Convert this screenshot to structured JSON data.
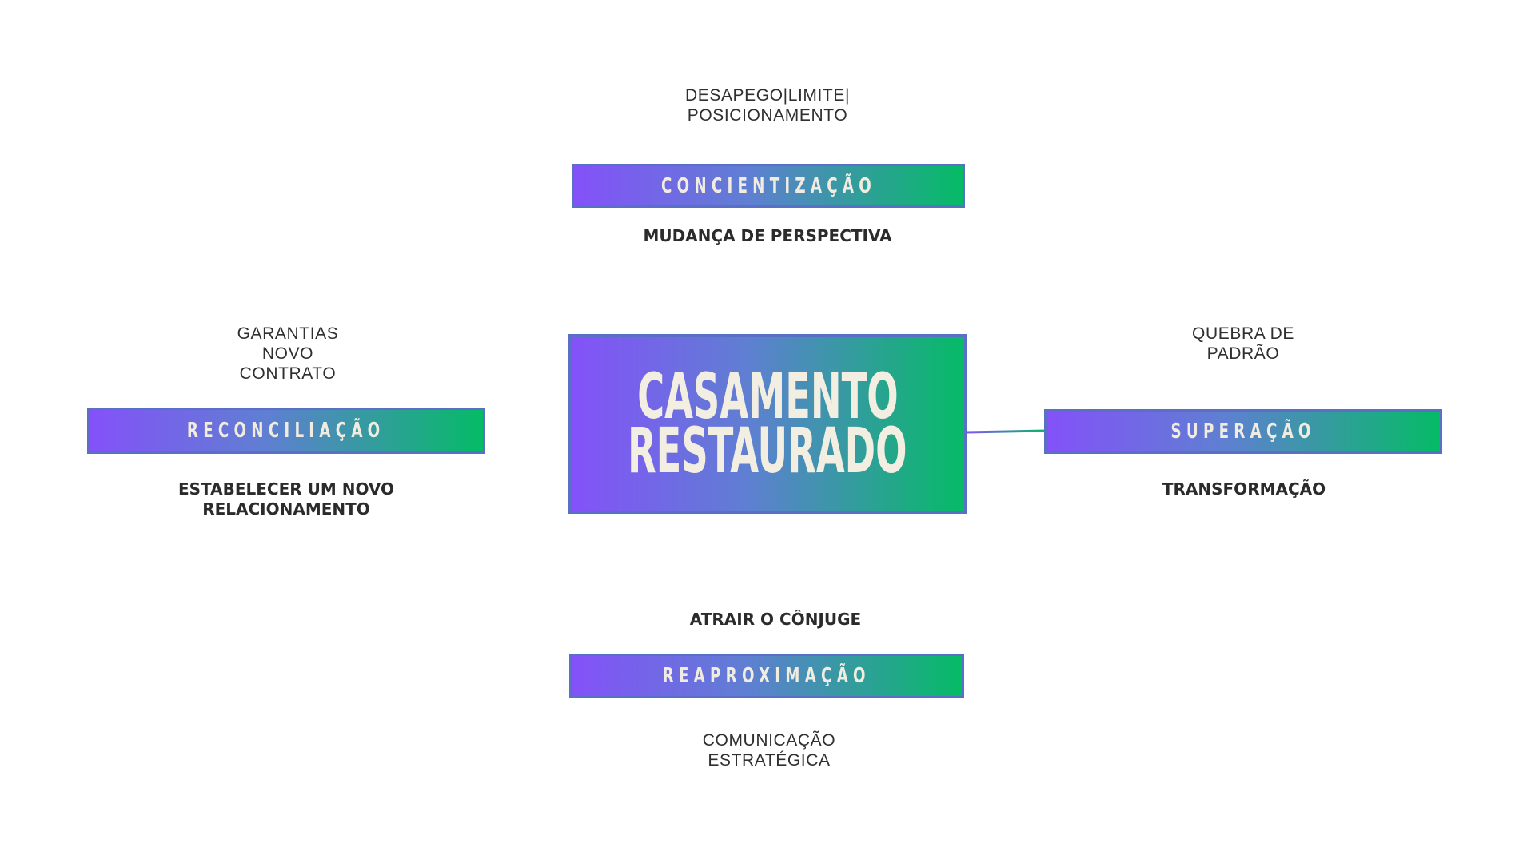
{
  "colors": {
    "gradient_start": "#8451f9",
    "gradient_mid": "#5f7fd2",
    "gradient_end": "#05bb66",
    "border": "#5a6fc6",
    "label_text": "#f1ecdf",
    "body_text": "#2f2f2f"
  },
  "center": {
    "line1": "CASAMENTO",
    "line2": "RESTAURADO"
  },
  "top": {
    "notes_line1": "DESAPEGO|LIMITE|",
    "notes_line2": "POSICIONAMENTO",
    "label": "CONCIENTIZAÇÃO",
    "caption": "MUDANÇA DE PERSPECTIVA"
  },
  "left": {
    "notes_line1": "GARANTIAS",
    "notes_line2": "NOVO",
    "notes_line3": "CONTRATO",
    "label": "RECONCILIAÇÃO",
    "caption_line1": "ESTABELECER UM NOVO",
    "caption_line2": "RELACIONAMENTO"
  },
  "right": {
    "notes_line1": "QUEBRA DE",
    "notes_line2": "PADRÃO",
    "label": "SUPERAÇÃO",
    "caption": "TRANSFORMAÇÃO"
  },
  "bottom": {
    "caption": "ATRAIR O CÔNJUGE",
    "label": "REAPROXIMAÇÃO",
    "notes_line1": "COMUNICAÇÃO",
    "notes_line2": "ESTRATÉGICA"
  }
}
